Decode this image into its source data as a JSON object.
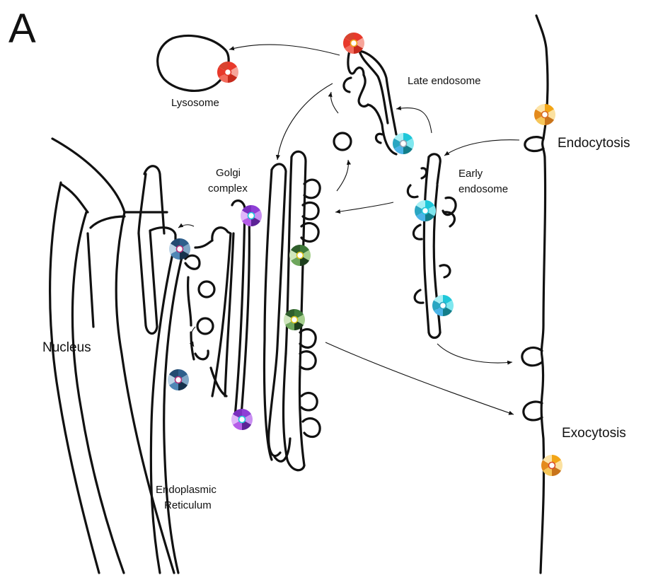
{
  "panel_letter": "A",
  "labels": {
    "lysosome": "Lysosome",
    "late_endosome": "Late endosome",
    "endocytosis": "Endocytosis",
    "early_endosome_1": "Early",
    "early_endosome_2": "endosome",
    "golgi_1": "Golgi",
    "golgi_2": "complex",
    "nucleus": "Nucleus",
    "exocytosis": "Exocytosis",
    "er_1": "Endoplasmic",
    "er_2": "Reticulum"
  },
  "colors": {
    "membrane": "#111111",
    "arrow": "#111111",
    "marker_red": [
      "#e8392b",
      "#f7a59a",
      "#c62a1c",
      "#f26b5c",
      "#e8392b",
      "#d8432f"
    ],
    "marker_orange": [
      "#f2a516",
      "#fbe1a0",
      "#c9741a",
      "#f6c65a",
      "#e48a1c",
      "#fde3a6"
    ],
    "marker_cyan": [
      "#1fc7d9",
      "#7fe7ef",
      "#137e8a",
      "#4bb4e8",
      "#2aa6c2",
      "#a8f0f5"
    ],
    "marker_blue": [
      "#2e5f8c",
      "#7fa6c7",
      "#16324d",
      "#4f86b5",
      "#bcd3e6",
      "#234a70"
    ],
    "marker_purple": [
      "#8e3fd6",
      "#c98ff2",
      "#5c2396",
      "#b55de8",
      "#e0b6fa",
      "#7a2fc0"
    ],
    "marker_green": [
      "#3f7a3a",
      "#a6cf8e",
      "#1e3f1d",
      "#6ea65c",
      "#cfe6bd",
      "#2f5e2c"
    ]
  }
}
